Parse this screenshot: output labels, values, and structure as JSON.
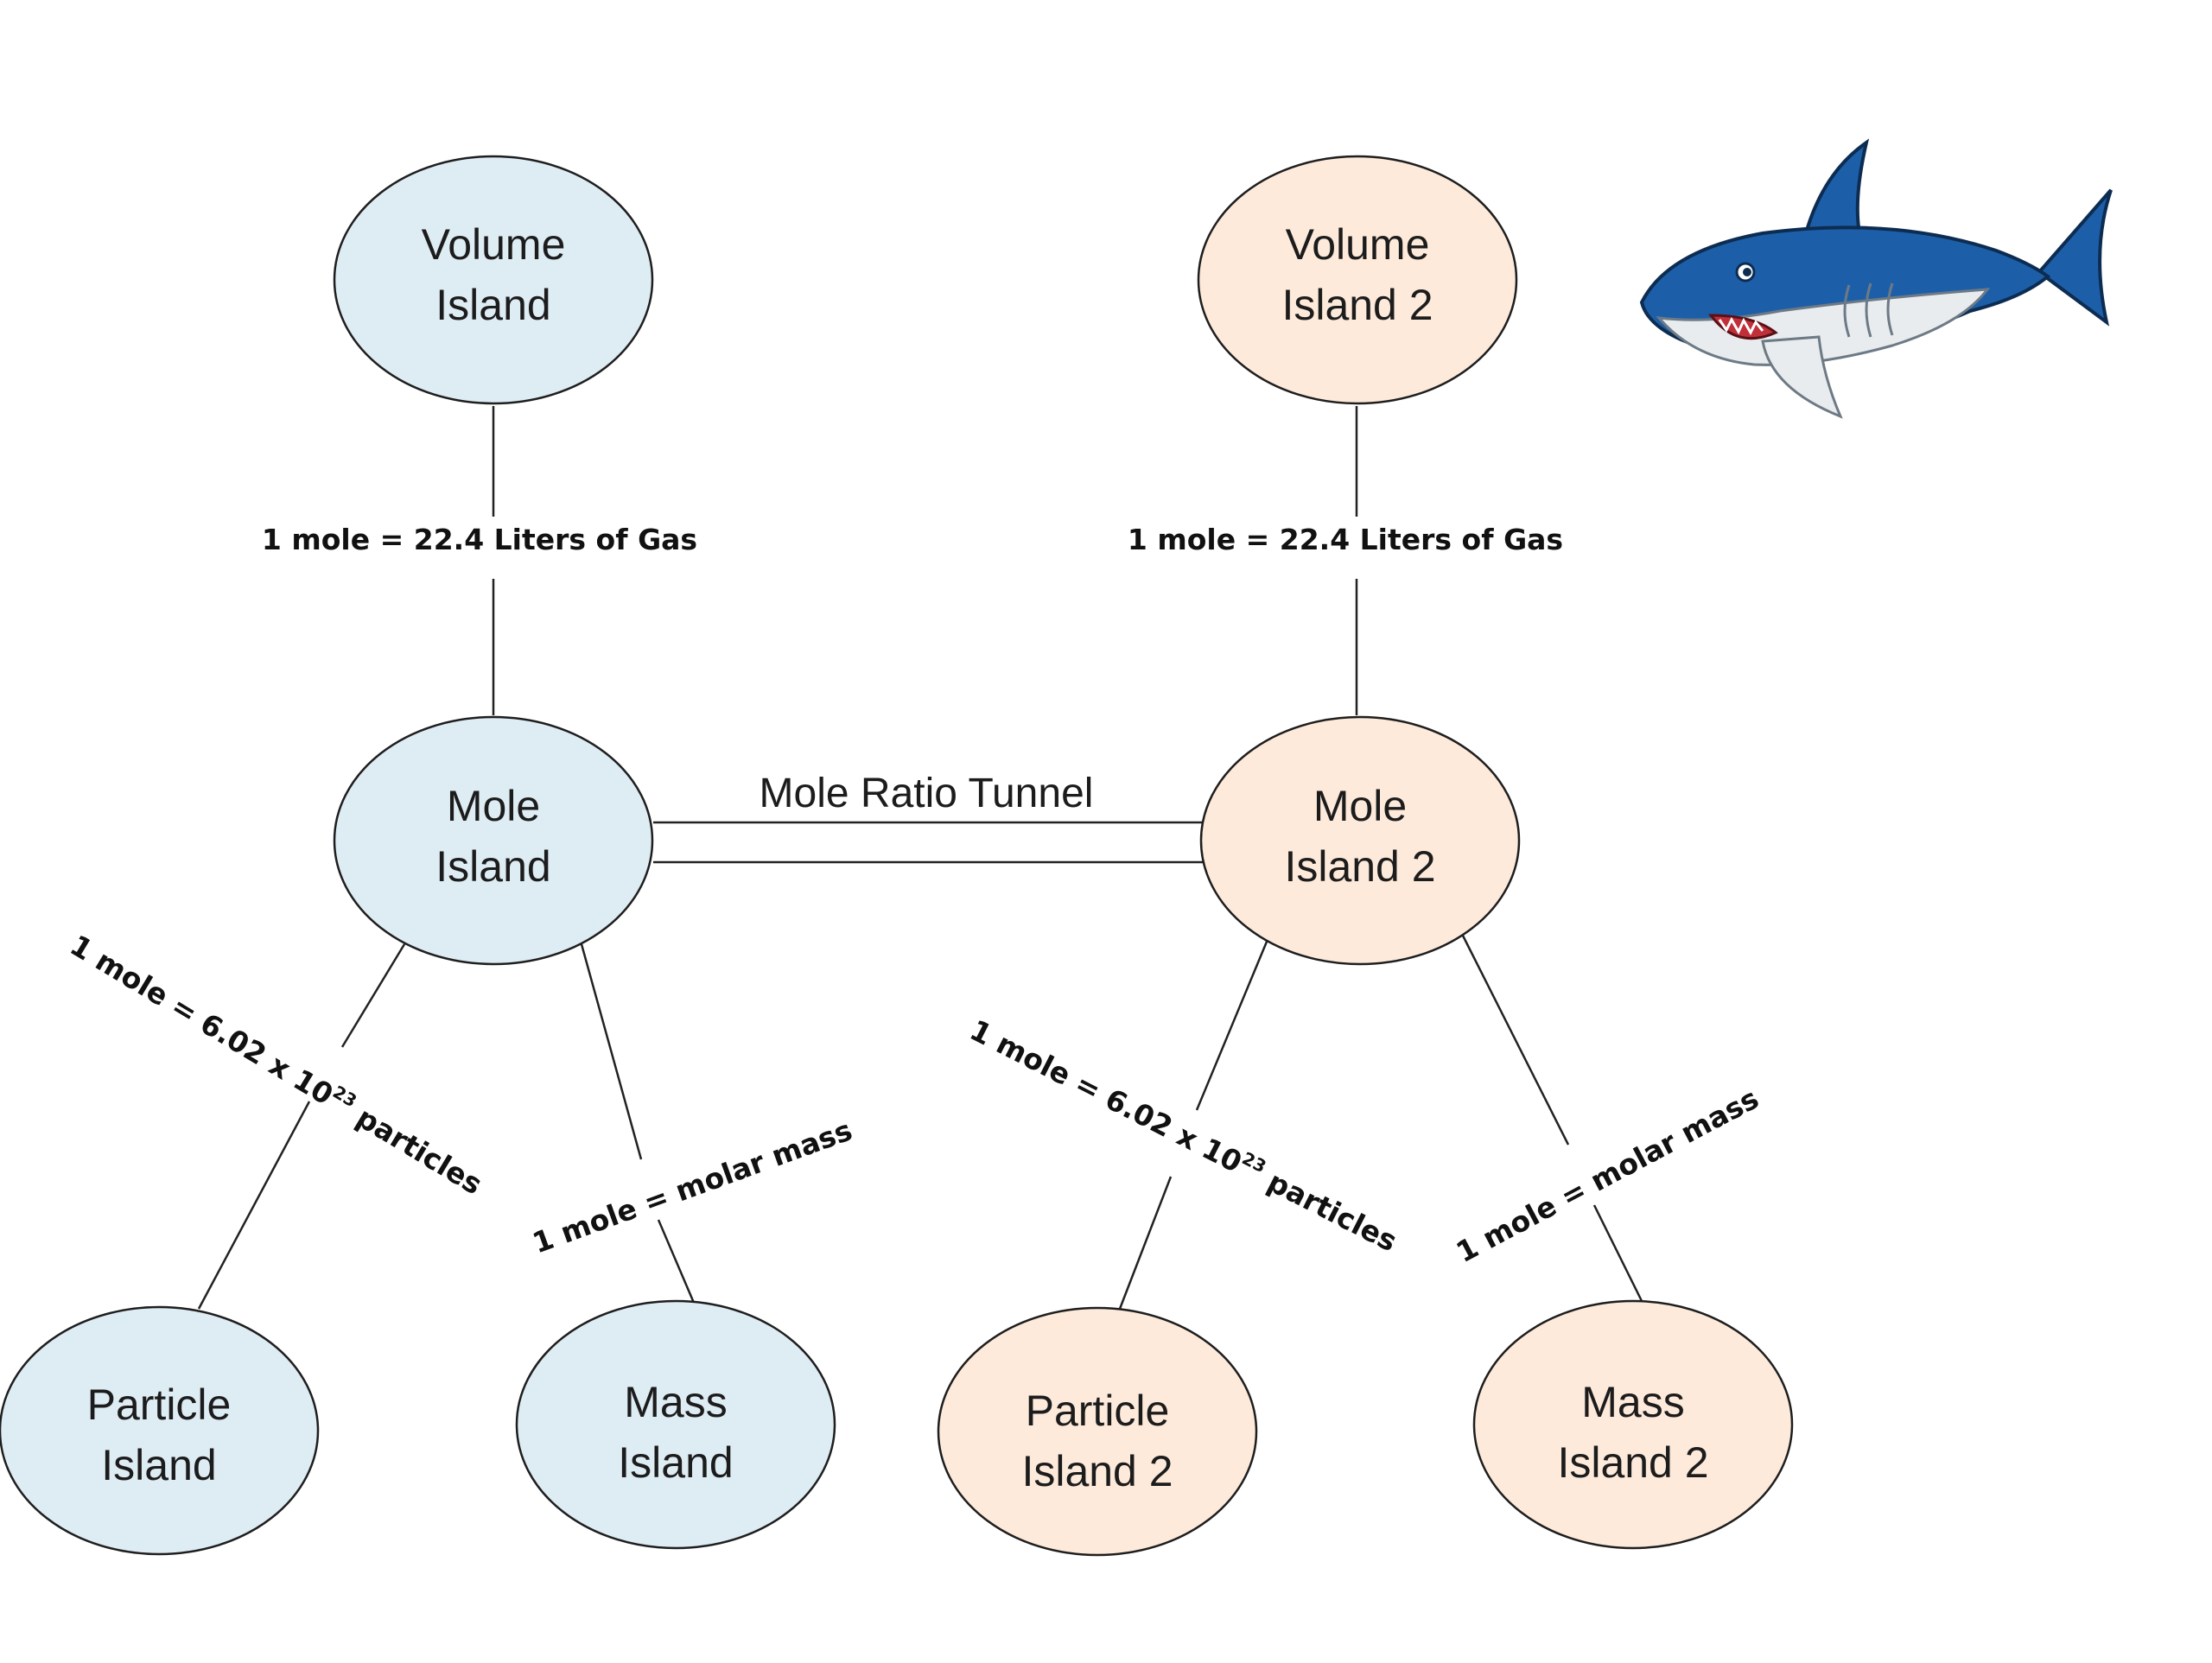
{
  "colors": {
    "blue_island_fill": "#deecf4",
    "peach_island_fill": "#fdeadb",
    "shark_body": "#1c5fa8",
    "shark_belly": "#e8ecef"
  },
  "islands": {
    "volume": [
      "Volume",
      "Island"
    ],
    "mole": [
      "Mole",
      "Island"
    ],
    "particle": [
      "Particle",
      "Island"
    ],
    "mass": [
      "Mass",
      "Island"
    ],
    "volume2": [
      "Volume",
      "Island 2"
    ],
    "mole2": [
      "Mole",
      "Island 2"
    ],
    "particle2": [
      "Particle",
      "Island 2"
    ],
    "mass2": [
      "Mass",
      "Island 2"
    ]
  },
  "links": {
    "volume_left": "1 mole = 22.4 Liters of Gas",
    "volume_right": "1 mole = 22.4 Liters of Gas",
    "particles_left_prefix": "1 mole = 6.02 x 10",
    "particles_left_exponent": "23",
    "particles_left_suffix": " particles",
    "particles_right_prefix": "1 mole = 6.02 x 10",
    "particles_right_exponent": "23",
    "particles_right_suffix": " particles",
    "mass_left": "1 mole = molar mass",
    "mass_right": "1 mole = molar mass",
    "tunnel": "Mole Ratio Tunnel"
  },
  "decoration": {
    "icon": "shark-icon"
  }
}
